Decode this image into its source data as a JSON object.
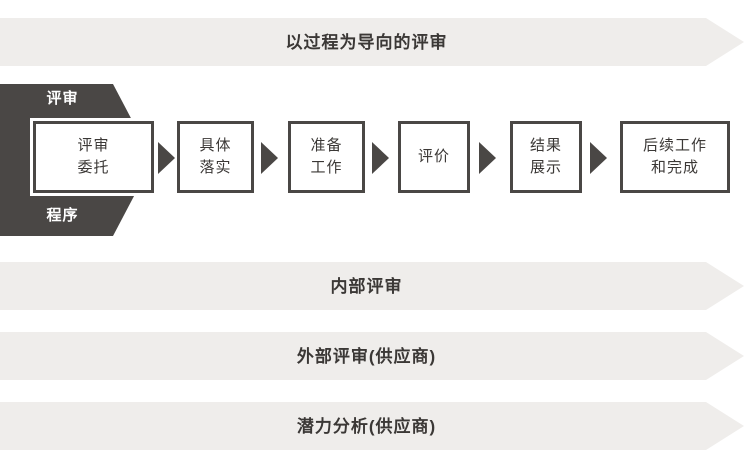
{
  "diagram": {
    "title_banner": {
      "label": "以过程为导向的评审"
    },
    "process_frame": {
      "top_label": "评审",
      "bottom_label": "程序"
    },
    "steps": [
      {
        "lines": [
          "评审",
          "委托"
        ]
      },
      {
        "lines": [
          "具体",
          "落实"
        ]
      },
      {
        "lines": [
          "准备",
          "工作"
        ]
      },
      {
        "lines": [
          "评价"
        ]
      },
      {
        "lines": [
          "结果",
          "展示"
        ]
      },
      {
        "lines": [
          "后续工作",
          "和完成"
        ]
      }
    ],
    "arrows": [
      {
        "name": "arrow-step-0-to-1"
      },
      {
        "name": "arrow-step-1-to-2"
      },
      {
        "name": "arrow-step-2-to-3"
      },
      {
        "name": "arrow-step-3-to-4"
      },
      {
        "name": "arrow-step-4-to-5"
      }
    ],
    "category_banners": [
      {
        "label": "内部评审"
      },
      {
        "label": "外部评审(供应商)"
      },
      {
        "label": "潜力分析(供应商)"
      }
    ],
    "colors": {
      "banner_fill": "#efedeb",
      "dark_fill": "#4a4745",
      "text_dark": "#3b3836",
      "text_light": "#ffffff",
      "box_fill": "#ffffff"
    }
  }
}
